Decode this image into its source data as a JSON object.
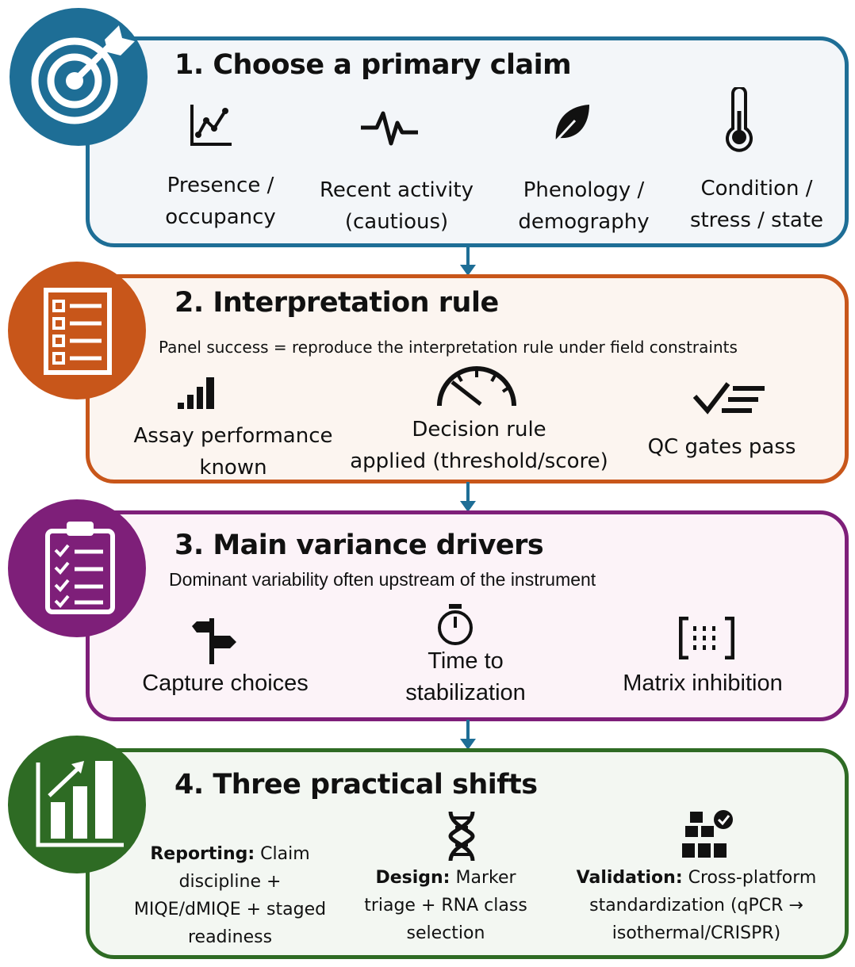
{
  "colors": {
    "panel1": "#1e6e96",
    "panel1_bg": "#f3f6f9",
    "panel2": "#c8561a",
    "panel2_bg": "#fcf5f0",
    "panel3": "#7e1f79",
    "panel3_bg": "#fcf3f8",
    "panel4": "#2e6b24",
    "panel4_bg": "#f3f7f2",
    "arrow": "#1e6e96"
  },
  "step1": {
    "title": "1. Choose a primary claim",
    "items": [
      {
        "line1": "Presence /",
        "line2": "occupancy",
        "icon": "line-chart-icon"
      },
      {
        "line1": "Recent activity",
        "line2": "(cautious)",
        "icon": "pulse-icon"
      },
      {
        "line1": "Phenology /",
        "line2": "demography",
        "icon": "leaf-icon"
      },
      {
        "line1": "Condition /",
        "line2": "stress / state",
        "icon": "thermometer-icon"
      }
    ],
    "badge_icon": "target-arrow-icon"
  },
  "step2": {
    "title": "2. Interpretation rule",
    "subtitle": "Panel success = reproduce the interpretation rule under field constraints",
    "items": [
      {
        "line1": "Assay performance",
        "line2": "known",
        "icon": "signal-bars-icon"
      },
      {
        "line1": "Decision rule",
        "line2": "applied (threshold/score)",
        "icon": "gauge-icon"
      },
      {
        "line1": "QC gates pass",
        "line2": "",
        "icon": "checkmark-lines-icon"
      }
    ],
    "badge_icon": "checklist-icon"
  },
  "step3": {
    "title": "3. Main variance drivers",
    "subtitle": "Dominant variability often upstream of the instrument",
    "items": [
      {
        "line1": "Capture choices",
        "line2": "",
        "icon": "signpost-icon"
      },
      {
        "line1": "Time to",
        "line2": "stabilization",
        "icon": "stopwatch-icon"
      },
      {
        "line1": "Matrix inhibition",
        "line2": "",
        "icon": "matrix-bracket-icon"
      }
    ],
    "badge_icon": "clipboard-icon"
  },
  "step4": {
    "title": "4. Three practical shifts",
    "items": [
      {
        "bold": "Reporting:",
        "rest1": " Claim",
        "line2": "discipline +",
        "line3": "MIQE/dMIQE + staged",
        "line4": "readiness",
        "icon": ""
      },
      {
        "bold": "Design:",
        "rest1": " Marker",
        "line2": "triage + RNA class",
        "line3": "selection",
        "icon": "dna-icon"
      },
      {
        "bold": "Validation:",
        "rest1": " Cross-platform",
        "line2": "standardization (qPCR →",
        "line3": "isothermal/CRISPR)",
        "icon": "boxes-check-icon"
      }
    ],
    "badge_icon": "bar-chart-up-icon"
  }
}
